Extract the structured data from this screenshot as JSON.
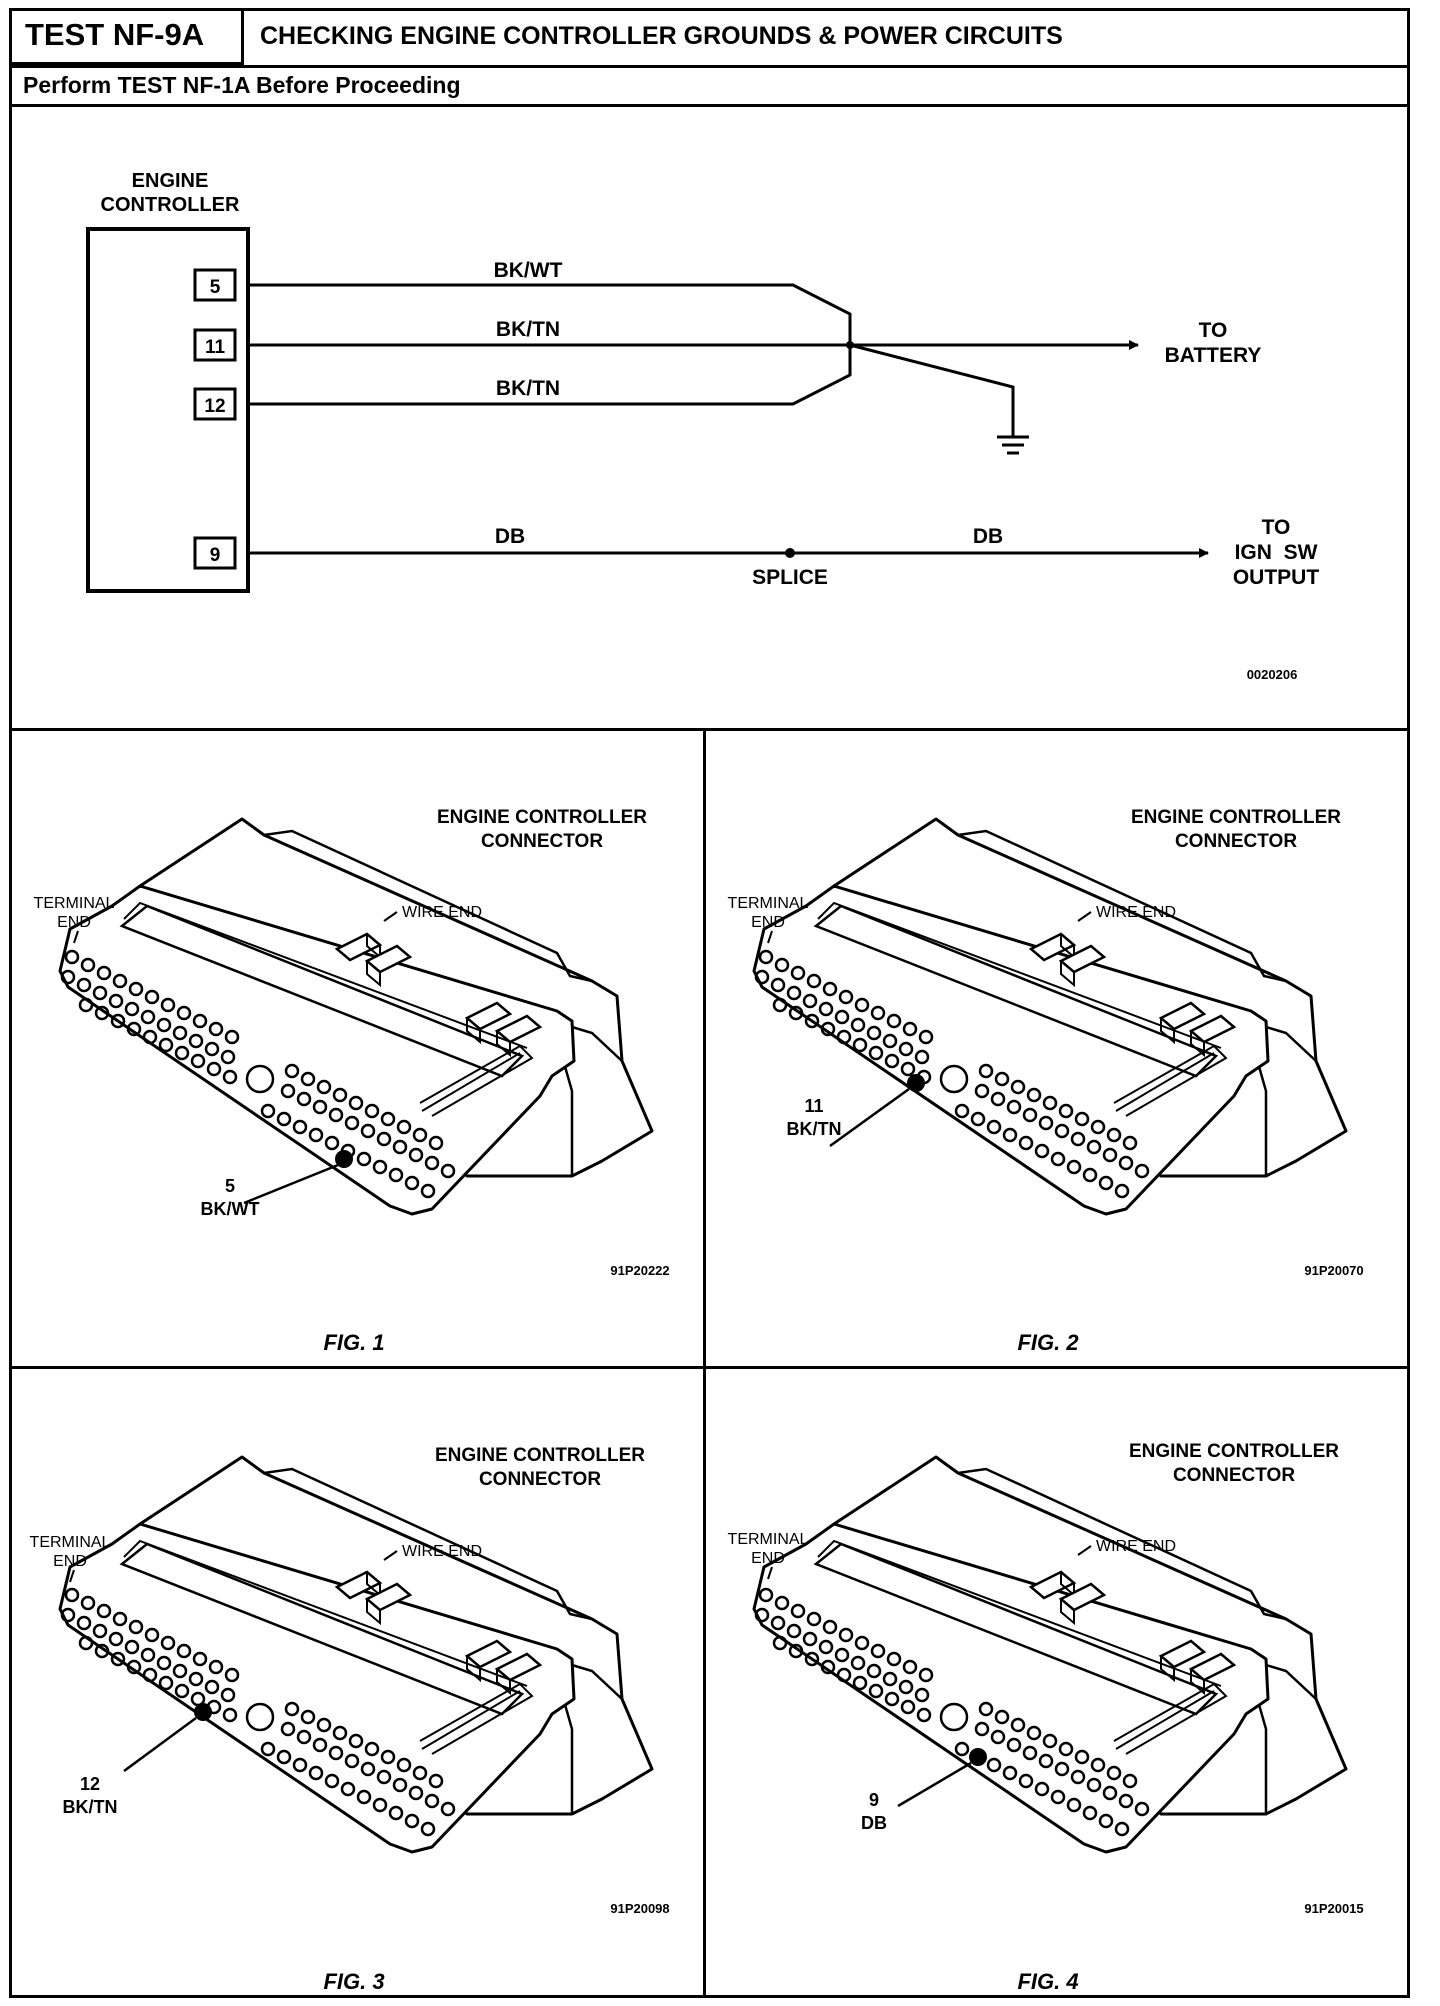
{
  "header": {
    "test_id": "TEST NF-9A",
    "title": "CHECKING ENGINE CONTROLLER GROUNDS & POWER CIRCUITS",
    "subtitle": "Perform TEST NF-1A Before Proceeding"
  },
  "schematic": {
    "controller_label_line1": "ENGINE",
    "controller_label_line2": "CONTROLLER",
    "pins": [
      "5",
      "11",
      "12",
      "9"
    ],
    "wires": {
      "pin5": "BK/WT",
      "pin11": "BK/TN",
      "pin12": "BK/TN",
      "pin9_left": "DB",
      "pin9_right": "DB"
    },
    "to_battery_line1": "TO",
    "to_battery_line2": "BATTERY",
    "to_ign_line1": "TO",
    "to_ign_line2": "IGN  SW",
    "to_ign_line3": "OUTPUT",
    "splice": "SPLICE",
    "code": "0020206"
  },
  "figures": [
    {
      "title_line1": "ENGINE CONTROLLER",
      "title_line2": "CONNECTOR",
      "terminal_line1": "TERMINAL",
      "terminal_line2": "END",
      "wire_end": "WIRE END",
      "pin": "5",
      "wire": "BK/WT",
      "code": "91P20222",
      "caption": "FIG. 1"
    },
    {
      "title_line1": "ENGINE CONTROLLER",
      "title_line2": "CONNECTOR",
      "terminal_line1": "TERMINAL",
      "terminal_line2": "END",
      "wire_end": "WIRE END",
      "pin": "11",
      "wire": "BK/TN",
      "code": "91P20070",
      "caption": "FIG. 2"
    },
    {
      "title_line1": "ENGINE CONTROLLER",
      "title_line2": "CONNECTOR",
      "terminal_line1": "TERMINAL",
      "terminal_line2": "END",
      "wire_end": "WIRE END",
      "pin": "12",
      "wire": "BK/TN",
      "code": "91P20098",
      "caption": "FIG. 3"
    },
    {
      "title_line1": "ENGINE CONTROLLER",
      "title_line2": "CONNECTOR",
      "terminal_line1": "TERMINAL",
      "terminal_line2": "END",
      "wire_end": "WIRE END",
      "pin": "9",
      "wire": "DB",
      "code": "91P20015",
      "caption": "FIG. 4"
    }
  ]
}
